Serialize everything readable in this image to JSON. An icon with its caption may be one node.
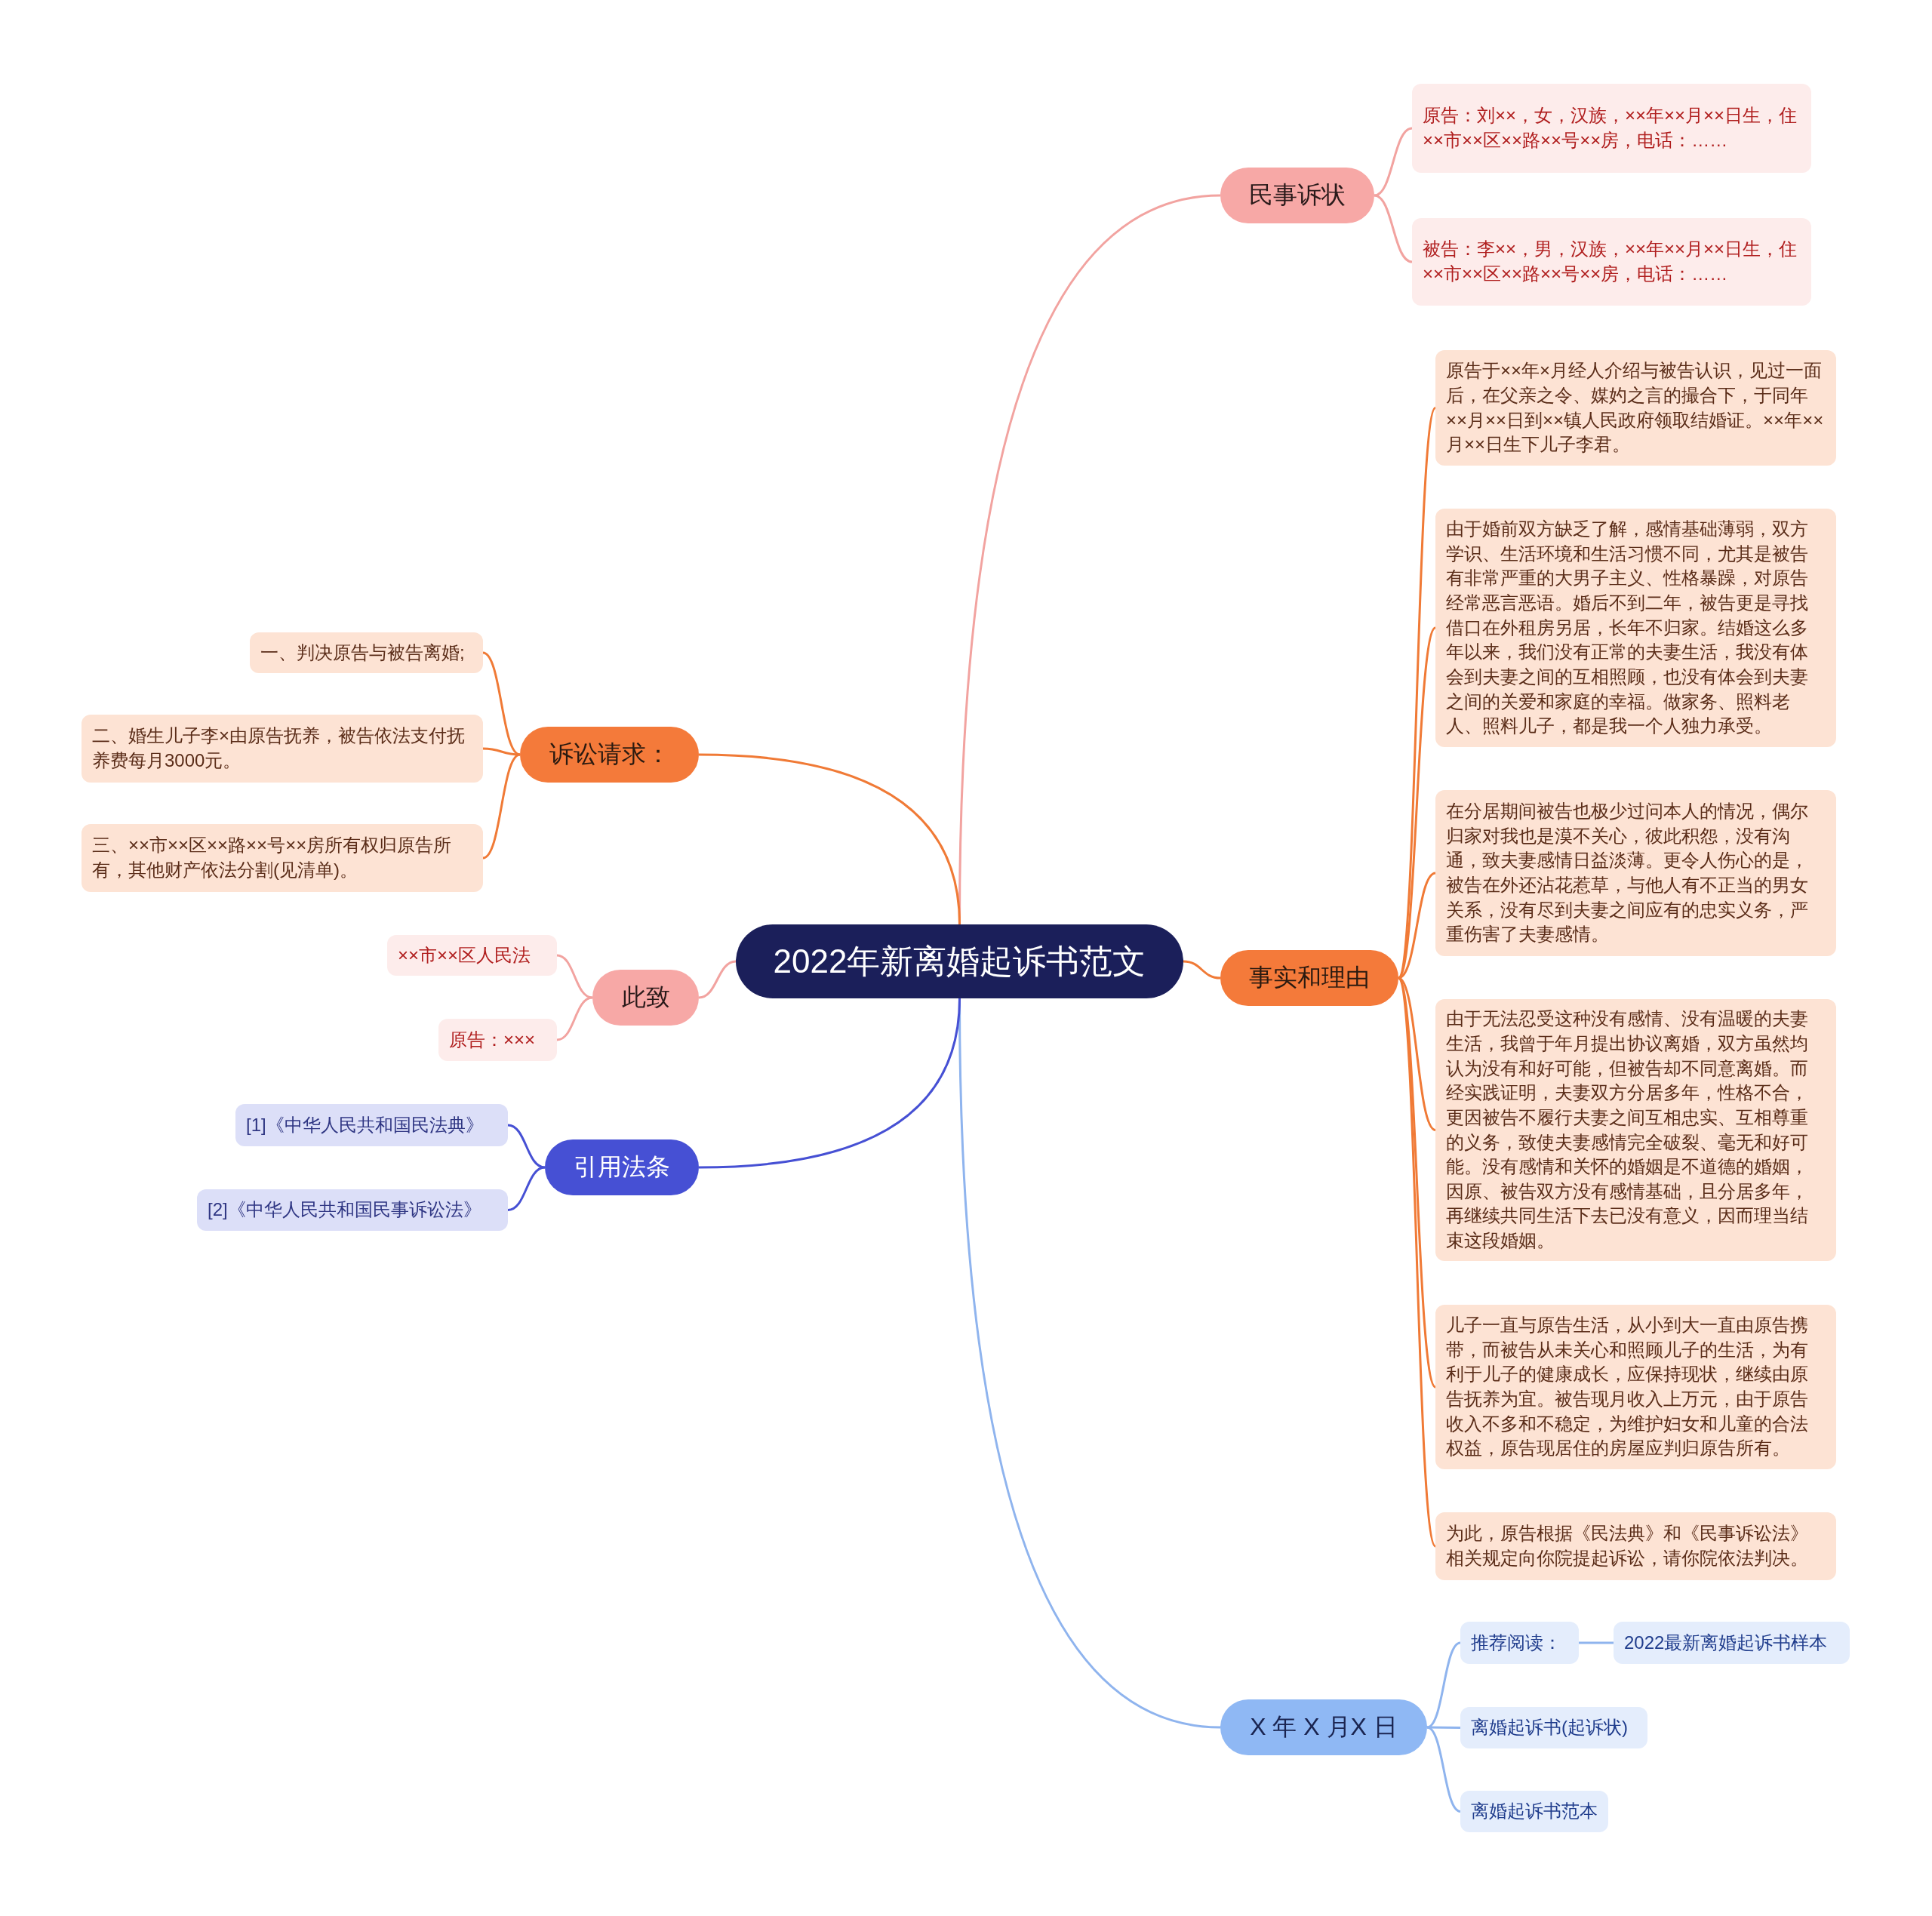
{
  "diagram": {
    "nodes": [
      {
        "text": [
          "2022年新离婚起诉书范文"
        ]
      },
      {
        "text": [
          "民事诉状"
        ]
      },
      {
        "text": [
          "原告：刘××，女，汉族，××年××月××日生，住××市××区××路××号××房，电话：……"
        ]
      },
      {
        "text": [
          "被告：李××，男，汉族，××年××月××日生，住××市××区××路××号××房，电话：……"
        ]
      },
      {
        "text": [
          "事实和理由"
        ]
      },
      {
        "text": [
          "原告于××年×月经人介绍与被告认识，见过一面后，在父亲之令、媒妁之言的撮合下，于同年××月××日到××镇人民政府领取结婚证。××年××月××日生下儿子李君。"
        ]
      },
      {
        "text": [
          "由于婚前双方缺乏了解，感情基础薄弱，双方学识、生活环境和生活习惯不同，尤其是被告有非常严重的大男子主义、性格暴躁，对原告经常恶言恶语。婚后不到二年，被告更是寻找借口在外租房另居，长年不归家。结婚这么多年以来，我们没有正常的夫妻生活，我没有体会到夫妻之间的互相照顾，也没有体会到夫妻之间的关爱和家庭的幸福。做家务、照料老人、照料儿子，都是我一个人独力承受。"
        ]
      },
      {
        "text": [
          "在分居期间被告也极少过问本人的情况，偶尔归家对我也是漠不关心，彼此积怨，没有沟通，致夫妻感情日益淡薄。更令人伤心的是，被告在外还沾花惹草，与他人有不正当的男女关系，没有尽到夫妻之间应有的忠实义务，严重伤害了夫妻感情。"
        ]
      },
      {
        "text": [
          "由于无法忍受这种没有感情、没有温暖的夫妻生活，我曾于年月提出协议离婚，双方虽然均认为没有和好可能，但被告却不同意离婚。而经实践证明，夫妻双方分居多年，性格不合，更因被告不履行夫妻之间互相忠实、互相尊重的义务，致使夫妻感情完全破裂、毫无和好可能。没有感情和关怀的婚姻是不道德的婚姻，因原、被告双方没有感情基础，且分居多年，再继续共同生活下去已没有意义，因而理当结束这段婚姻。"
        ]
      },
      {
        "text": [
          "儿子一直与原告生活，从小到大一直由原告携带，而被告从未关心和照顾儿子的生活，为有利于儿子的健康成长，应保持现状，继续由原告抚养为宜。被告现月收入上万元，由于原告收入不多和不稳定，为维护妇女和儿童的合法权益，原告现居住的房屋应判归原告所有。"
        ]
      },
      {
        "text": [
          "为此，原告根据《民法典》和《民事诉讼法》相关规定向你院提起诉讼，请你院依法判决。"
        ]
      },
      {
        "text": [
          "X 年 X 月X 日"
        ]
      },
      {
        "text": [
          "推荐阅读："
        ]
      },
      {
        "text": [
          "2022最新离婚起诉书样本"
        ]
      },
      {
        "text": [
          "离婚起诉书(起诉状)"
        ]
      },
      {
        "text": [
          "离婚起诉书范本"
        ]
      },
      {
        "text": [
          "诉讼请求："
        ]
      },
      {
        "text": [
          "一、判决原告与被告离婚;"
        ]
      },
      {
        "text": [
          "二、婚生儿子李×由原告抚养，被告依法支付抚养费每月3000元。"
        ]
      },
      {
        "text": [
          "三、××市××区××路××号××房所有权归原告所有，其他财产依法分割(见清单)。"
        ]
      },
      {
        "text": [
          "此致"
        ]
      },
      {
        "text": [
          "××市××区人民法"
        ]
      },
      {
        "text": [
          "原告：×××"
        ]
      },
      {
        "text": [
          "引用法条"
        ]
      },
      {
        "text": [
          "[1]《中华人民共和国民法典》"
        ]
      },
      {
        "text": [
          "[2]《中华人民共和国民事诉讼法》"
        ]
      }
    ],
    "edges": [
      {
        "from": 0,
        "to": 1,
        "arrow": "none",
        "color": "#f2a3a0"
      },
      {
        "from": 1,
        "to": 2,
        "arrow": "none",
        "color": "#f2a3a0"
      },
      {
        "from": 1,
        "to": 3,
        "arrow": "none",
        "color": "#f2a3a0"
      },
      {
        "from": 0,
        "to": 4,
        "arrow": "none"
      },
      {
        "from": 4,
        "to": 5,
        "arrow": "none"
      },
      {
        "from": 4,
        "to": 6,
        "arrow": "none"
      },
      {
        "from": 4,
        "to": 7,
        "arrow": "none"
      },
      {
        "from": 4,
        "to": 8,
        "arrow": "none"
      },
      {
        "from": 4,
        "to": 9,
        "arrow": "none"
      },
      {
        "from": 4,
        "to": 10,
        "arrow": "none"
      },
      {
        "from": 0,
        "to": 11,
        "arrow": "none",
        "color": "#8fb4ee"
      },
      {
        "from": 11,
        "to": 12,
        "arrow": "none",
        "color": "#8fb4ee"
      },
      {
        "from": 12,
        "to": 13,
        "arrow": "none",
        "color": "#8fb4ee"
      },
      {
        "from": 11,
        "to": 14,
        "arrow": "none",
        "color": "#8fb4ee"
      },
      {
        "from": 11,
        "to": 15,
        "arrow": "none",
        "color": "#8fb4ee"
      },
      {
        "from": 0,
        "to": 16,
        "arrow": "none"
      },
      {
        "from": 16,
        "to": 17,
        "arrow": "none"
      },
      {
        "from": 16,
        "to": 18,
        "arrow": "none"
      },
      {
        "from": 16,
        "to": 19,
        "arrow": "none"
      },
      {
        "from": 0,
        "to": 20,
        "arrow": "none",
        "color": "#f2a3a0"
      },
      {
        "from": 20,
        "to": 21,
        "arrow": "none",
        "color": "#f2a3a0"
      },
      {
        "from": 20,
        "to": 22,
        "arrow": "none",
        "color": "#f2a3a0"
      },
      {
        "from": 0,
        "to": 23,
        "arrow": "none",
        "color": "#4650d4"
      },
      {
        "from": 23,
        "to": 24,
        "arrow": "none",
        "color": "#4650d4"
      },
      {
        "from": 23,
        "to": 25,
        "arrow": "none",
        "color": "#4650d4"
      }
    ]
  }
}
